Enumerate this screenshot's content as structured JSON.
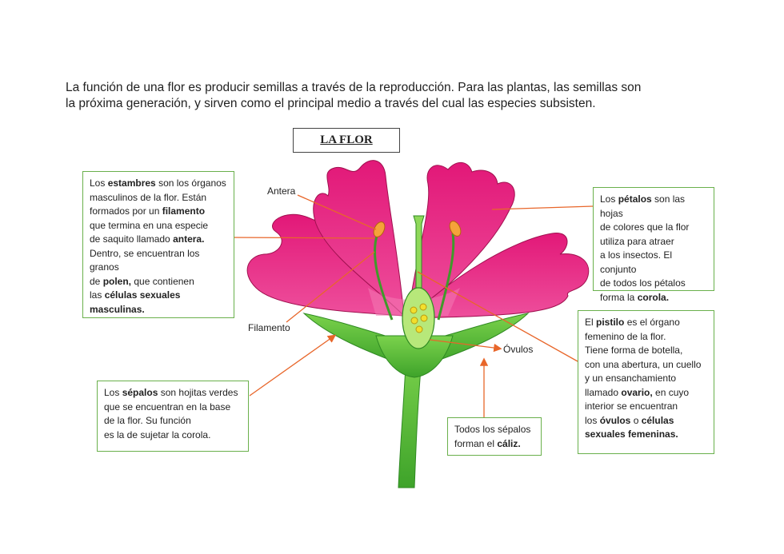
{
  "intro": {
    "l1a": "La función de una flor es producir ",
    "l1b": "semillas",
    "l1c": " a través de la ",
    "l1d": "reproducción",
    "l1e": ". Para las plantas, las semillas son",
    "l2": "la próxima generación, y sirven como el principal medio a través del cual las especies subsisten."
  },
  "title": "LA FLOR",
  "labels": {
    "antera": "Antera",
    "filamento": "Filamento",
    "ovulos": "Óvulos"
  },
  "estambres": {
    "a": "Los ",
    "b": "estambres",
    "c": " son los órganos",
    "d": "masculinos de la flor. Están",
    "e": "formados por un ",
    "f": "filamento",
    "g": "que termina en una especie",
    "h": "de saquito llamado ",
    "i": "antera.",
    "j": "Dentro, se encuentran los granos",
    "k": "de ",
    "l": "polen,",
    "m": " que contienen",
    "n": "las ",
    "o": "células sexuales",
    "p": "masculinas."
  },
  "petalos": {
    "a": "Los ",
    "b": "pétalos",
    "c": " son las hojas",
    "d": "de colores que la flor",
    "e": "utiliza para atraer",
    "f": "a los insectos. El conjunto",
    "g": "de todos los pétalos",
    "h": "forma la ",
    "i": "corola."
  },
  "pistilo": {
    "a": "El ",
    "b": "pistilo",
    "c": " es el órgano",
    "d": "femenino de la flor.",
    "e": "Tiene forma de botella,",
    "f": "con una abertura, un cuello",
    "g": "y un ensanchamiento",
    "h": "llamado ",
    "i": "ovario,",
    "j": " en cuyo",
    "k": "interior se encuentran",
    "l": "los ",
    "m": "óvulos",
    "n": " o ",
    "o": "células",
    "p": "sexuales femeninas."
  },
  "sepalos": {
    "a": "Los ",
    "b": "sépalos",
    "c": " son hojitas verdes",
    "d": "que se encuentran en la base",
    "e": "de la flor. Su función",
    "f": "es la de sujetar la corola."
  },
  "caliz": {
    "a": "Todos los sépalos",
    "b": "forman el ",
    "c": "cáliz."
  },
  "colors": {
    "petal": "#e8197d",
    "petal_light": "#f47ab5",
    "green": "#5cbf3a",
    "green_dark": "#3f9a2a",
    "arrow": "#e8662a",
    "border": "#6ab04c"
  }
}
